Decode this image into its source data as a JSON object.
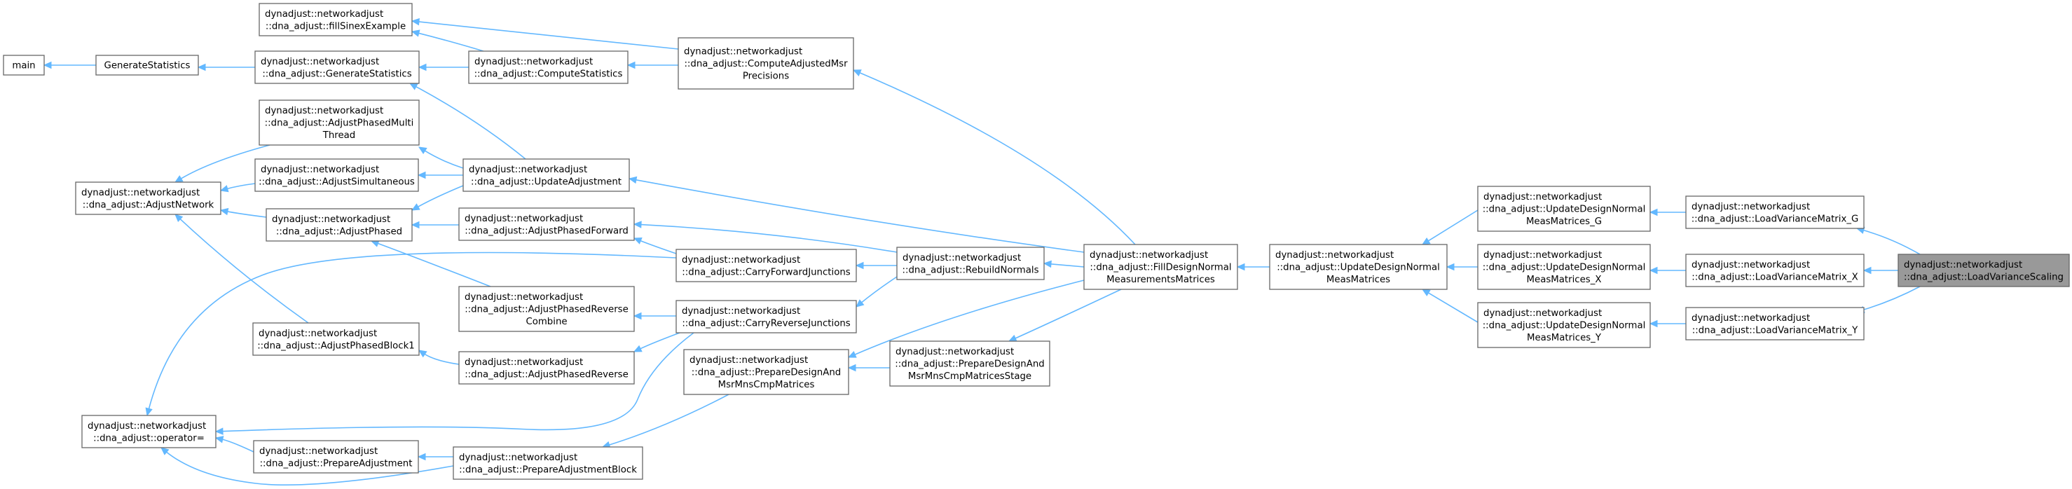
{
  "nodes": [
    {
      "id": "main",
      "lines": [
        "main"
      ],
      "interactable": true
    },
    {
      "id": "generate_statistics",
      "lines": [
        "GenerateStatistics"
      ],
      "interactable": true
    },
    {
      "id": "fill_sinex_example",
      "lines": [
        "dynadjust::networkadjust",
        "::dna_adjust::fillSinexExample"
      ],
      "interactable": true
    },
    {
      "id": "dna_generate_statistics",
      "lines": [
        "dynadjust::networkadjust",
        "::dna_adjust::GenerateStatistics"
      ],
      "interactable": true
    },
    {
      "id": "compute_statistics",
      "lines": [
        "dynadjust::networkadjust",
        "::dna_adjust::ComputeStatistics"
      ],
      "interactable": true
    },
    {
      "id": "compute_adjusted_msr_precisions",
      "lines": [
        "dynadjust::networkadjust",
        "::dna_adjust::ComputeAdjustedMsr",
        "Precisions"
      ],
      "interactable": true
    },
    {
      "id": "adjust_phased_multi_thread",
      "lines": [
        "dynadjust::networkadjust",
        "::dna_adjust::AdjustPhasedMulti",
        "Thread"
      ],
      "interactable": true
    },
    {
      "id": "adjust_network",
      "lines": [
        "dynadjust::networkadjust",
        "::dna_adjust::AdjustNetwork"
      ],
      "interactable": true
    },
    {
      "id": "adjust_simultaneous",
      "lines": [
        "dynadjust::networkadjust",
        "::dna_adjust::AdjustSimultaneous"
      ],
      "interactable": true
    },
    {
      "id": "update_adjustment",
      "lines": [
        "dynadjust::networkadjust",
        "::dna_adjust::UpdateAdjustment"
      ],
      "interactable": true
    },
    {
      "id": "adjust_phased",
      "lines": [
        "dynadjust::networkadjust",
        "::dna_adjust::AdjustPhased"
      ],
      "interactable": true
    },
    {
      "id": "adjust_phased_forward",
      "lines": [
        "dynadjust::networkadjust",
        "::dna_adjust::AdjustPhasedForward"
      ],
      "interactable": true
    },
    {
      "id": "carry_forward_junctions",
      "lines": [
        "dynadjust::networkadjust",
        "::dna_adjust::CarryForwardJunctions"
      ],
      "interactable": true
    },
    {
      "id": "rebuild_normals",
      "lines": [
        "dynadjust::networkadjust",
        "::dna_adjust::RebuildNormals"
      ],
      "interactable": true
    },
    {
      "id": "fill_design_normal",
      "lines": [
        "dynadjust::networkadjust",
        "::dna_adjust::FillDesignNormal",
        "MeasurementsMatrices"
      ],
      "interactable": true
    },
    {
      "id": "update_design_normal_meas",
      "lines": [
        "dynadjust::networkadjust",
        "::dna_adjust::UpdateDesignNormal",
        "MeasMatrices"
      ],
      "interactable": true
    },
    {
      "id": "update_design_normal_meas_g",
      "lines": [
        "dynadjust::networkadjust",
        "::dna_adjust::UpdateDesignNormal",
        "MeasMatrices_G"
      ],
      "interactable": true
    },
    {
      "id": "update_design_normal_meas_x",
      "lines": [
        "dynadjust::networkadjust",
        "::dna_adjust::UpdateDesignNormal",
        "MeasMatrices_X"
      ],
      "interactable": true
    },
    {
      "id": "update_design_normal_meas_y",
      "lines": [
        "dynadjust::networkadjust",
        "::dna_adjust::UpdateDesignNormal",
        "MeasMatrices_Y"
      ],
      "interactable": true
    },
    {
      "id": "load_variance_matrix_g",
      "lines": [
        "dynadjust::networkadjust",
        "::dna_adjust::LoadVarianceMatrix_G"
      ],
      "interactable": true
    },
    {
      "id": "load_variance_matrix_x",
      "lines": [
        "dynadjust::networkadjust",
        "::dna_adjust::LoadVarianceMatrix_X"
      ],
      "interactable": true
    },
    {
      "id": "load_variance_matrix_y",
      "lines": [
        "dynadjust::networkadjust",
        "::dna_adjust::LoadVarianceMatrix_Y"
      ],
      "interactable": true
    },
    {
      "id": "load_variance_scaling",
      "lines": [
        "dynadjust::networkadjust",
        "::dna_adjust::LoadVarianceScaling"
      ],
      "interactable": false,
      "current": true
    },
    {
      "id": "adjust_phased_reverse_combine",
      "lines": [
        "dynadjust::networkadjust",
        "::dna_adjust::AdjustPhasedReverse",
        "Combine"
      ],
      "interactable": true
    },
    {
      "id": "carry_reverse_junctions",
      "lines": [
        "dynadjust::networkadjust",
        "::dna_adjust::CarryReverseJunctions"
      ],
      "interactable": true
    },
    {
      "id": "adjust_phased_block1",
      "lines": [
        "dynadjust::networkadjust",
        "::dna_adjust::AdjustPhasedBlock1"
      ],
      "interactable": true
    },
    {
      "id": "adjust_phased_reverse",
      "lines": [
        "dynadjust::networkadjust",
        "::dna_adjust::AdjustPhasedReverse"
      ],
      "interactable": true
    },
    {
      "id": "prepare_design_and_msr",
      "lines": [
        "dynadjust::networkadjust",
        "::dna_adjust::PrepareDesignAnd",
        "MsrMnsCmpMatrices"
      ],
      "interactable": true
    },
    {
      "id": "prepare_design_and_msr_stage",
      "lines": [
        "dynadjust::networkadjust",
        "::dna_adjust::PrepareDesignAnd",
        "MsrMnsCmpMatricesStage"
      ],
      "interactable": true
    },
    {
      "id": "operator_assign",
      "lines": [
        "dynadjust::networkadjust",
        "::dna_adjust::operator="
      ],
      "interactable": true
    },
    {
      "id": "prepare_adjustment",
      "lines": [
        "dynadjust::networkadjust",
        "::dna_adjust::PrepareAdjustment"
      ],
      "interactable": true
    },
    {
      "id": "prepare_adjustment_block",
      "lines": [
        "dynadjust::networkadjust",
        "::dna_adjust::PrepareAdjustmentBlock"
      ],
      "interactable": true
    }
  ],
  "edges": [
    [
      "generate_statistics",
      "main"
    ],
    [
      "dna_generate_statistics",
      "generate_statistics"
    ],
    [
      "compute_statistics",
      "dna_generate_statistics"
    ],
    [
      "compute_statistics",
      "fill_sinex_example"
    ],
    [
      "compute_adjusted_msr_precisions",
      "compute_statistics"
    ],
    [
      "compute_adjusted_msr_precisions",
      "fill_sinex_example"
    ],
    [
      "update_adjustment",
      "dna_generate_statistics"
    ],
    [
      "update_adjustment",
      "adjust_phased_multi_thread"
    ],
    [
      "update_adjustment",
      "adjust_simultaneous"
    ],
    [
      "update_adjustment",
      "adjust_phased"
    ],
    [
      "adjust_phased_multi_thread",
      "adjust_network"
    ],
    [
      "adjust_simultaneous",
      "adjust_network"
    ],
    [
      "adjust_phased",
      "adjust_network"
    ],
    [
      "adjust_phased_block1",
      "adjust_network"
    ],
    [
      "adjust_phased_forward",
      "adjust_phased"
    ],
    [
      "adjust_phased_reverse_combine",
      "adjust_phased"
    ],
    [
      "adjust_phased_reverse",
      "adjust_phased_block1"
    ],
    [
      "carry_forward_junctions",
      "adjust_phased_forward"
    ],
    [
      "carry_forward_junctions",
      "operator_assign"
    ],
    [
      "carry_reverse_junctions",
      "adjust_phased_reverse_combine"
    ],
    [
      "carry_reverse_junctions",
      "adjust_phased_reverse"
    ],
    [
      "carry_reverse_junctions",
      "operator_assign"
    ],
    [
      "rebuild_normals",
      "adjust_phased_forward"
    ],
    [
      "rebuild_normals",
      "carry_forward_junctions"
    ],
    [
      "rebuild_normals",
      "carry_reverse_junctions"
    ],
    [
      "fill_design_normal",
      "compute_adjusted_msr_precisions"
    ],
    [
      "fill_design_normal",
      "update_adjustment"
    ],
    [
      "fill_design_normal",
      "rebuild_normals"
    ],
    [
      "fill_design_normal",
      "prepare_design_and_msr"
    ],
    [
      "fill_design_normal",
      "prepare_design_and_msr_stage"
    ],
    [
      "prepare_design_and_msr_stage",
      "prepare_design_and_msr"
    ],
    [
      "prepare_design_and_msr",
      "prepare_adjustment_block"
    ],
    [
      "prepare_adjustment_block",
      "prepare_adjustment"
    ],
    [
      "prepare_adjustment_block",
      "operator_assign"
    ],
    [
      "prepare_adjustment",
      "operator_assign"
    ],
    [
      "update_design_normal_meas",
      "fill_design_normal"
    ],
    [
      "update_design_normal_meas_g",
      "update_design_normal_meas"
    ],
    [
      "update_design_normal_meas_x",
      "update_design_normal_meas"
    ],
    [
      "update_design_normal_meas_y",
      "update_design_normal_meas"
    ],
    [
      "load_variance_matrix_g",
      "update_design_normal_meas_g"
    ],
    [
      "load_variance_matrix_x",
      "update_design_normal_meas_x"
    ],
    [
      "load_variance_matrix_y",
      "update_design_normal_meas_y"
    ],
    [
      "load_variance_scaling",
      "load_variance_matrix_g"
    ],
    [
      "load_variance_scaling",
      "load_variance_matrix_x"
    ],
    [
      "load_variance_scaling",
      "load_variance_matrix_y"
    ]
  ],
  "colors": {
    "edge": "#63b8ff",
    "node_border": "#666666",
    "node_fill": "#ffffff",
    "current_fill": "#999999"
  }
}
